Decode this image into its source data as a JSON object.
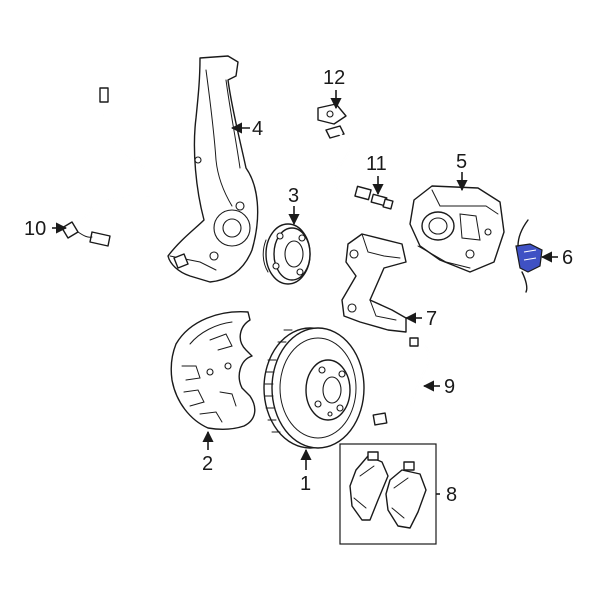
{
  "diagram": {
    "highlight_color": "#3f51c4",
    "callouts": {
      "c1": "1",
      "c2": "2",
      "c3": "3",
      "c4": "4",
      "c5": "5",
      "c6": "6",
      "c7": "7",
      "c8": "8",
      "c9": "9",
      "c10": "10",
      "c11": "11",
      "c12": "12"
    }
  }
}
